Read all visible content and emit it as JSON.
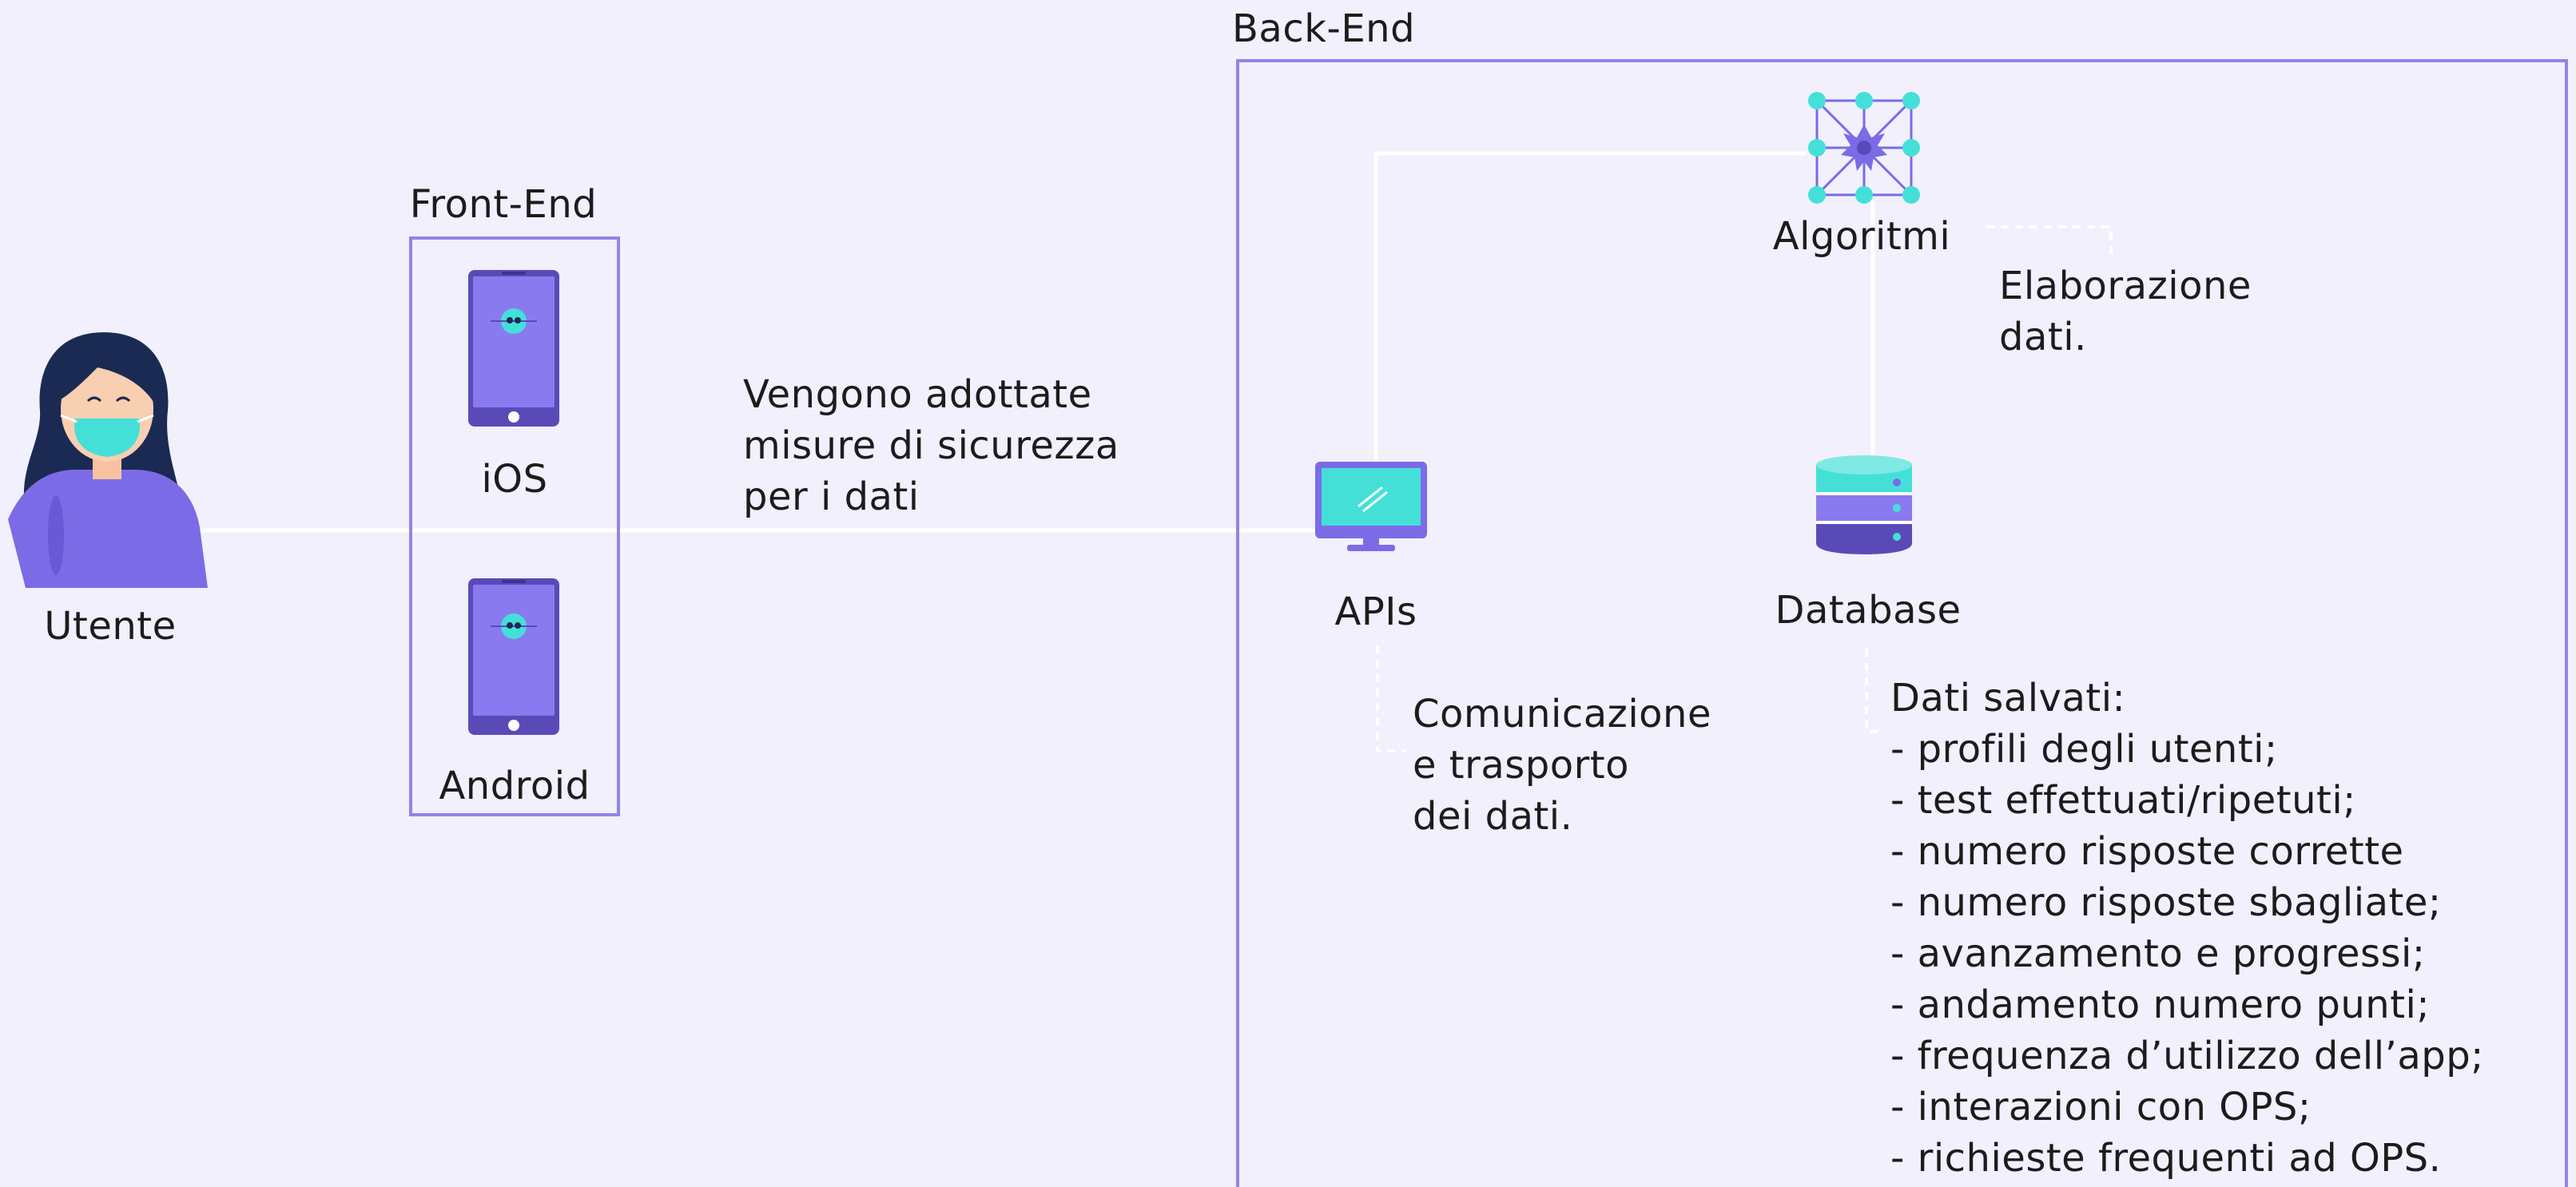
{
  "groups": {
    "front_end": "Front-End",
    "back_end": "Back-End"
  },
  "nodes": {
    "user": {
      "label": "Utente",
      "icon": "woman-with-mask-icon"
    },
    "ios": {
      "label": "iOS",
      "icon": "smartphone-icon"
    },
    "android": {
      "label": "Android",
      "icon": "smartphone-icon"
    },
    "apis": {
      "label": "APIs",
      "icon": "monitor-icon"
    },
    "algorithms": {
      "label": "Algoritmi",
      "icon": "network-node-icon"
    },
    "database": {
      "label": "Database",
      "icon": "database-icon"
    }
  },
  "annotations": {
    "security": [
      "Vengono adottate",
      "misure di sicurezza",
      "per i dati"
    ],
    "elaboration": [
      "Elaborazione",
      "dati."
    ],
    "communication": [
      "Comunicazione",
      "e trasporto",
      "dei dati."
    ]
  },
  "saved_data": {
    "title": "Dati salvati:",
    "items": [
      "- profili degli utenti;",
      "- test effettuati/ripetuti;",
      "- numero risposte corrette",
      "- numero risposte sbagliate;",
      "- avanzamento e progressi;",
      "- andamento numero punti;",
      "- frequenza d’utilizzo dell’app;",
      "- interazioni con OPS;",
      "- richieste frequenti ad OPS."
    ]
  },
  "colors": {
    "background": "#f1f0fc",
    "border": "#8f86e6",
    "primary": "#7c6be6",
    "accent": "#44e0d8",
    "connector": "#ffffff",
    "text": "#1c1c1c"
  }
}
